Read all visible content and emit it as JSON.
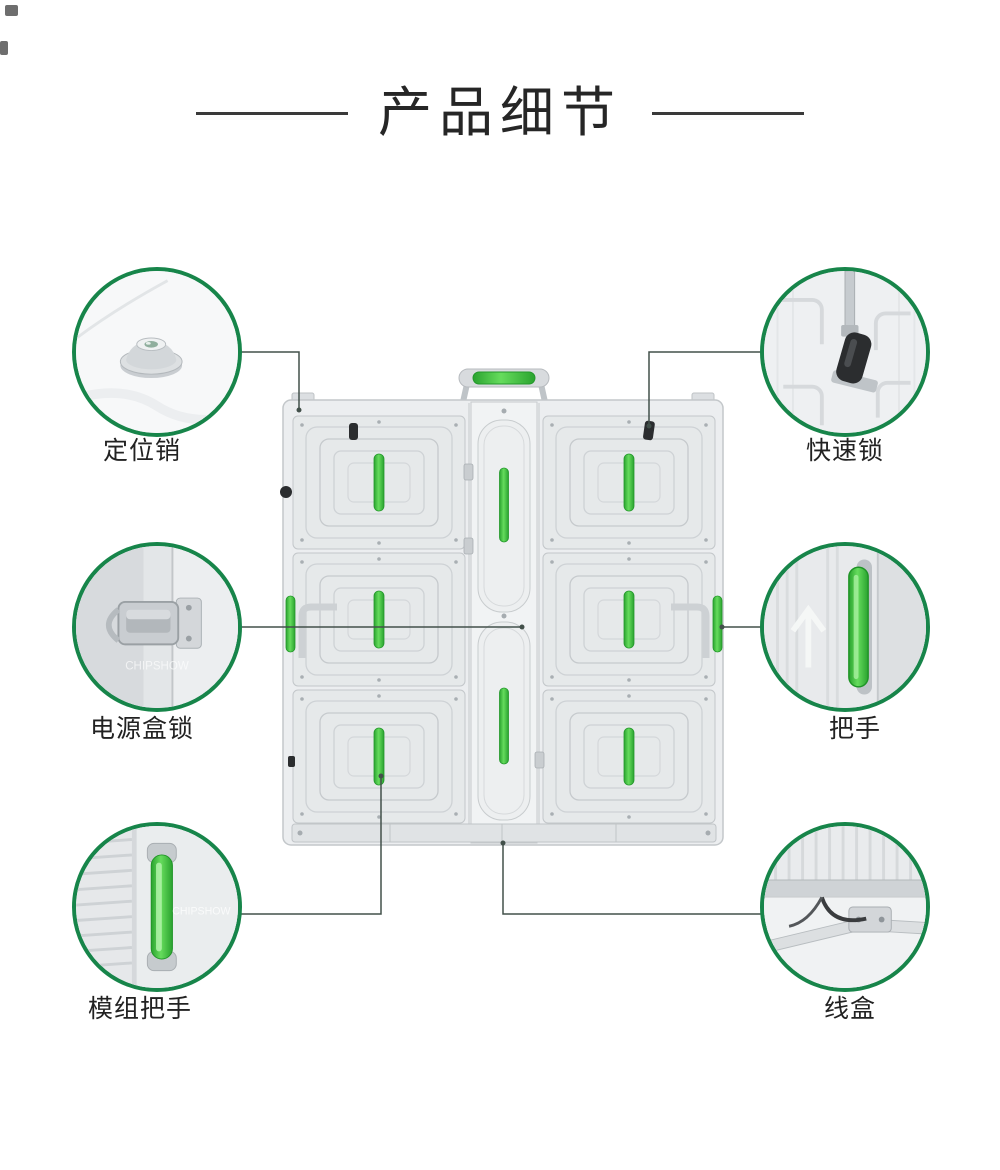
{
  "page": {
    "title": "产品细节",
    "watermark": "CHIPSHOW"
  },
  "colors": {
    "accent_ring_green": "#17854a",
    "handle_green": "#3fc93c",
    "connector_line": "#42504a",
    "label_text": "#222222",
    "title_text": "#262626",
    "panel_light_gray": "#eceef0"
  },
  "callouts": [
    {
      "key": "positioning-pin",
      "label": "定位销",
      "position": "top-left"
    },
    {
      "key": "quick-lock",
      "label": "快速锁",
      "position": "top-right"
    },
    {
      "key": "power-box-lock",
      "label": "电源盒锁",
      "position": "middle-left"
    },
    {
      "key": "handle",
      "label": "把手",
      "position": "middle-right"
    },
    {
      "key": "module-handle",
      "label": "模组把手",
      "position": "bottom-left"
    },
    {
      "key": "wire-box",
      "label": "线盒",
      "position": "bottom-right"
    }
  ]
}
